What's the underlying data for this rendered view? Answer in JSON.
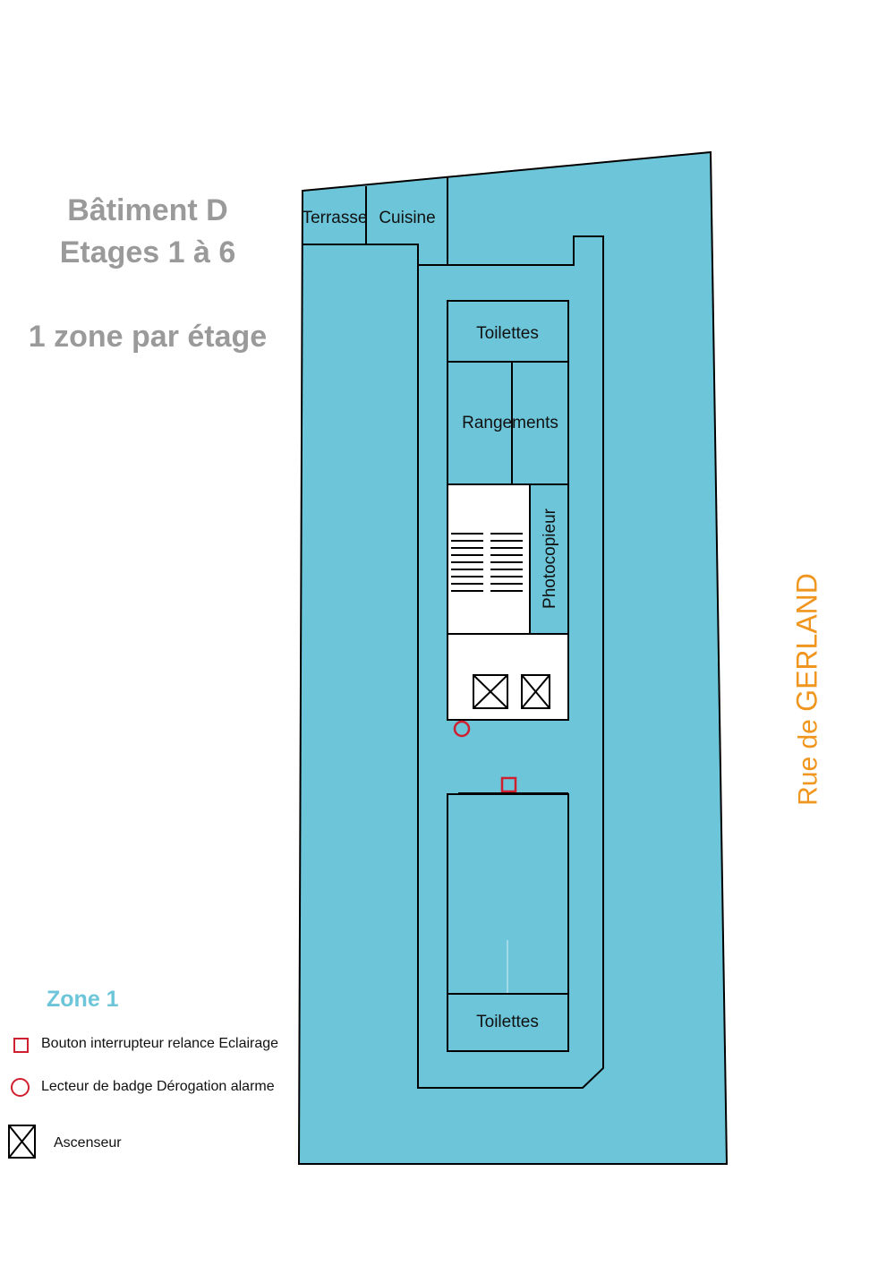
{
  "header": {
    "building": "Bâtiment D",
    "floors": "Etages 1 à 6",
    "zones": "1 zone par étage"
  },
  "rooms": {
    "terrasse": "Terrasse",
    "cuisine": "Cuisine",
    "toilettes_top": "Toilettes",
    "rangements": "Rangements",
    "photocopieur": "Photocopieur",
    "toilettes_bottom": "Toilettes"
  },
  "street": {
    "prefix": "Rue de ",
    "name": "GERLAND"
  },
  "legend": {
    "title": "Zone 1",
    "button": "Bouton interrupteur relance Eclairage",
    "badge": "Lecteur de badge Dérogation alarme",
    "lift": "Ascenseur"
  },
  "colors": {
    "floor": "#6cc5d9",
    "marker": "#d02030",
    "street": "#f0961e",
    "title": "#9a9a9a"
  }
}
